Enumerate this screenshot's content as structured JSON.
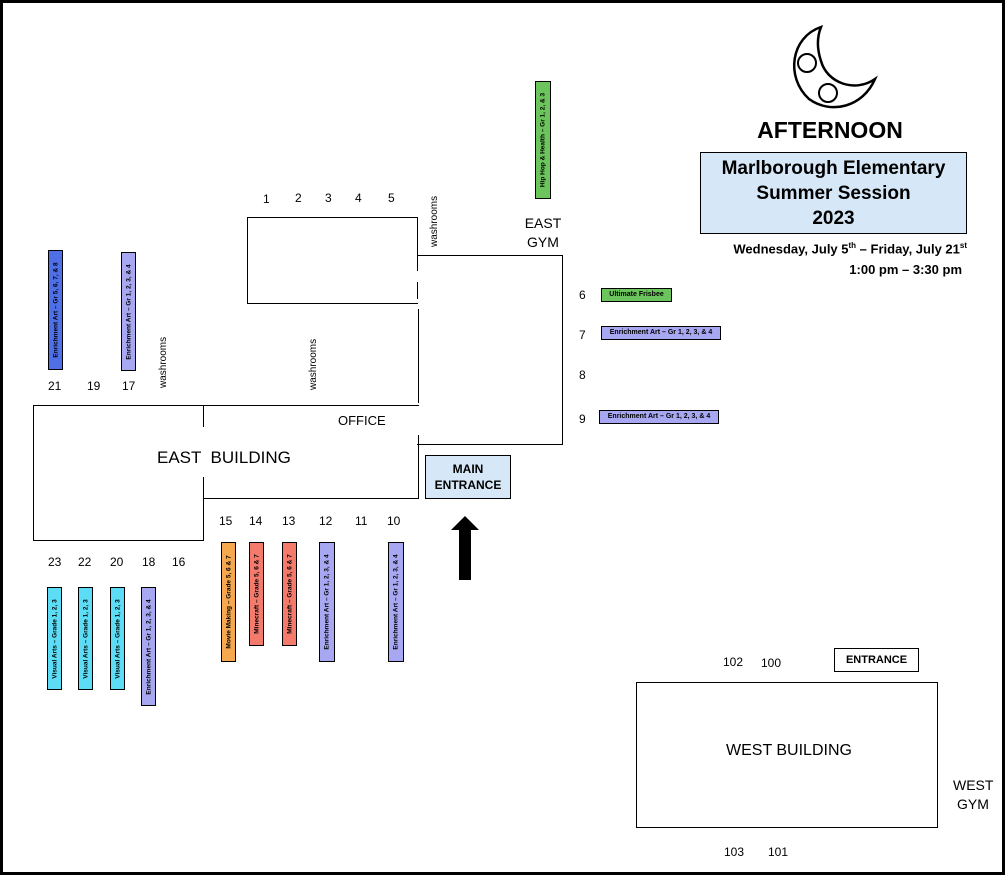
{
  "header": {
    "session": "AFTERNOON",
    "title_lines": [
      "Marlborough Elementary",
      "Summer Session",
      "2023"
    ],
    "dates_prefix": "Wednesday, July 5",
    "dates_sup1": "th",
    "dates_middle": " – Friday, July 21",
    "dates_sup2": "st",
    "time": "1:00 pm – 3:30 pm"
  },
  "labels": {
    "east_gym": [
      "EAST",
      "GYM"
    ],
    "west_gym": [
      "WEST",
      "GYM"
    ],
    "east_building": "EAST  BUILDING",
    "west_building": "WEST BUILDING",
    "office": "OFFICE",
    "main_entrance": [
      "MAIN",
      "ENTRANCE"
    ],
    "entrance": "ENTRANCE",
    "washrooms": "washrooms"
  },
  "rooms": {
    "r1": "1",
    "r2": "2",
    "r3": "3",
    "r4": "4",
    "r5": "5",
    "r6": "6",
    "r7": "7",
    "r8": "8",
    "r9": "9",
    "r10": "10",
    "r11": "11",
    "r12": "12",
    "r13": "13",
    "r14": "14",
    "r15": "15",
    "r16": "16",
    "r17": "17",
    "r18": "18",
    "r19": "19",
    "r20": "20",
    "r21": "21",
    "r22": "22",
    "r23": "23",
    "r100": "100",
    "r101": "101",
    "r102": "102",
    "r103": "103"
  },
  "activities": {
    "hiphop": "Hip Hop & Health – Gr 1, 2, & 3",
    "frisbee": "Ultimate Frisbee",
    "art7": "Enrichment Art – Gr 1, 2, 3, & 4",
    "art9": "Enrichment Art – Gr 1, 2, 3, & 4",
    "art21": "Enrichment  Art – Gr 5, 6, 7, & 8",
    "art17": "Enrichment  Art – Gr 1, 2, 3, & 4",
    "va23": "Visual  Arts – Grade 1, 2, 3",
    "va22": "Visual  Arts – Grade 1, 2, 3",
    "va20": "Visual  Arts – Grade 1, 2, 3",
    "art18": "Enrichment  Art – Gr 1, 2, 3,  & 4",
    "movie15": "Movie Making – Grade 5, 6 & 7",
    "mine14": "Minecraft – Grade 5, 6 & 7",
    "mine13": "Minecraft – Grade 5, 6 & 7",
    "art12": "Enrichment  Art – Gr 1, 2, 3,  & 4",
    "art10": "Enrichment  Art – Gr 1, 2, 3,  & 4"
  },
  "colors": {
    "title_box_bg": "#d6e8f7",
    "enrichment_dark": "#4f6fe6",
    "enrichment_light": "#a8a8f2",
    "visual_arts": "#5ddcf5",
    "movie_making": "#f5a84e",
    "minecraft": "#f47a6c",
    "sports": "#6cc45c"
  },
  "icons": {
    "logo": "crescent-moon-icon",
    "arrow": "up-arrow-icon"
  }
}
